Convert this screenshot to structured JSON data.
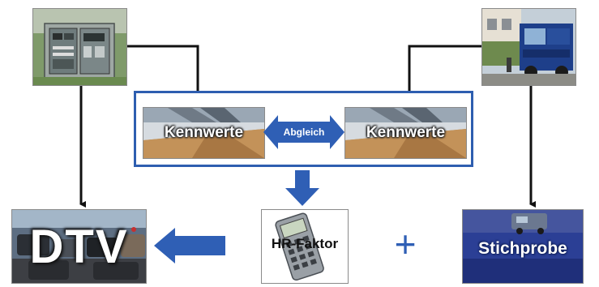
{
  "labels": {
    "kennwerte_left": "Kennwerte",
    "kennwerte_right": "Kennwerte",
    "abgleich": "Abgleich",
    "hr_faktor": "HR-Faktor",
    "dtv": "DTV",
    "stichprobe": "Stichprobe",
    "plus": "+"
  },
  "colors": {
    "frame_blue": "#2e5eb0",
    "arrow_blue": "#2f5fb5",
    "connector": "#111111",
    "stich_bg": "#2b3f95"
  }
}
